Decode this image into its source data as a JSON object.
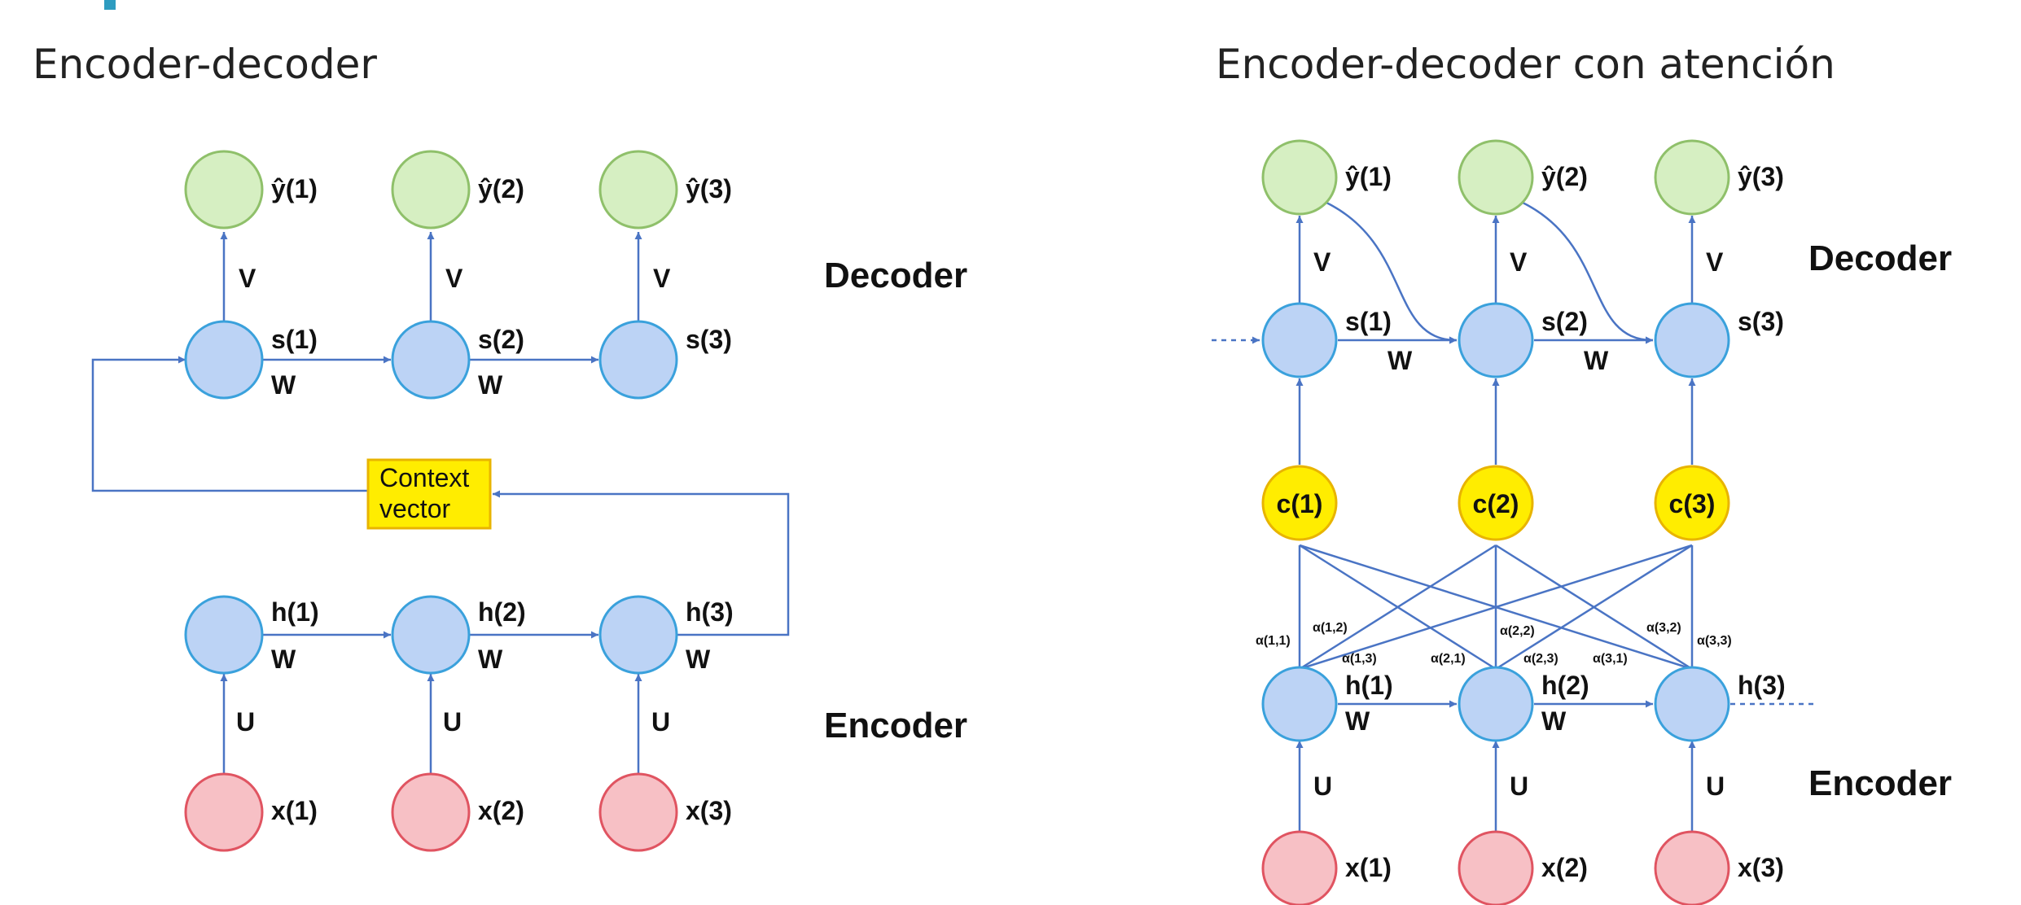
{
  "left_title": "Encoder-decoder",
  "right_title": "Encoder-decoder con atención",
  "colors": {
    "output_fill": "#d6efc2",
    "output_stroke": "#8fc06a",
    "hidden_fill": "#bcd3f5",
    "hidden_stroke": "#3aa1dc",
    "input_fill": "#f7c0c5",
    "input_stroke": "#e05461",
    "context_fill": "#ffed00",
    "context_stroke": "#e8b400",
    "arrow": "#4a74c4",
    "accent": "#2e9cc0"
  },
  "left": {
    "outputs": [
      "ŷ(1)",
      "ŷ(2)",
      "ŷ(3)"
    ],
    "decoder_states": [
      "s(1)",
      "s(2)",
      "s(3)"
    ],
    "encoder_states": [
      "h(1)",
      "h(2)",
      "h(3)"
    ],
    "inputs": [
      "x(1)",
      "x(2)",
      "x(3)"
    ],
    "V": "V",
    "W": "W",
    "U": "U",
    "context_line1": "Context",
    "context_line2": "vector",
    "decoder_label": "Decoder",
    "encoder_label": "Encoder"
  },
  "right": {
    "outputs": [
      "ŷ(1)",
      "ŷ(2)",
      "ŷ(3)"
    ],
    "decoder_states": [
      "s(1)",
      "s(2)",
      "s(3)"
    ],
    "contexts": [
      "c(1)",
      "c(2)",
      "c(3)"
    ],
    "encoder_states": [
      "h(1)",
      "h(2)",
      "h(3)"
    ],
    "inputs": [
      "x(1)",
      "x(2)",
      "x(3)"
    ],
    "V": "V",
    "W": "W",
    "U": "U",
    "alphas": [
      "α(1,1)",
      "α(1,2)",
      "α(1,3)",
      "α(2,1)",
      "α(2,2)",
      "α(2,3)",
      "α(3,1)",
      "α(3,2)",
      "α(3,3)"
    ],
    "decoder_label": "Decoder",
    "encoder_label": "Encoder"
  }
}
